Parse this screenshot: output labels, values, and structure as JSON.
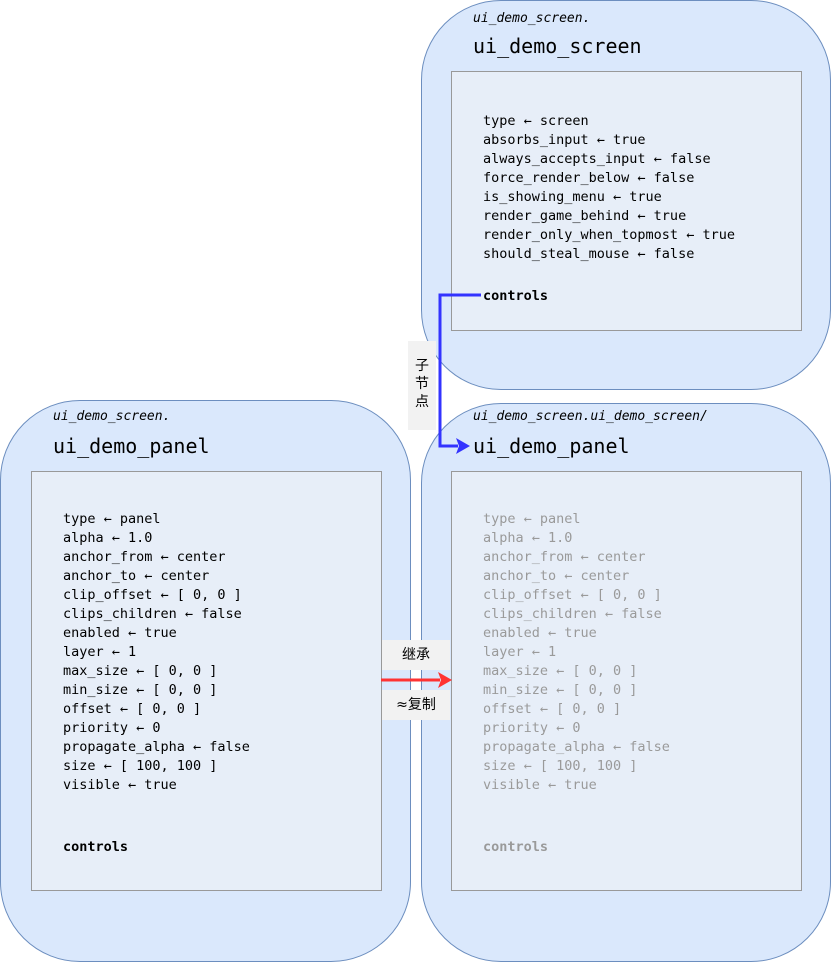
{
  "screen_card": {
    "namespace": "ui_demo_screen.",
    "title": "ui_demo_screen",
    "properties": [
      "type ← screen",
      "absorbs_input ← true",
      "always_accepts_input ← false",
      "force_render_below ← false",
      "is_showing_menu ← true",
      "render_game_behind ← true",
      "render_only_when_topmost ← true",
      "should_steal_mouse ← false"
    ],
    "controls": "controls"
  },
  "panel_card": {
    "namespace": "ui_demo_screen.",
    "title": "ui_demo_panel",
    "properties": [
      "type ← panel",
      "alpha ← 1.0",
      "anchor_from ← center",
      "anchor_to ← center",
      "clip_offset ← [ 0, 0 ]",
      "clips_children ← false",
      "enabled ← true",
      "layer ← 1",
      "max_size ← [ 0, 0 ]",
      "min_size ← [ 0, 0 ]",
      "offset ← [ 0, 0 ]",
      "priority ← 0",
      "propagate_alpha ← false",
      "size ← [ 100, 100 ]",
      "visible ← true"
    ],
    "controls": "controls"
  },
  "child_card": {
    "namespace": "ui_demo_screen.ui_demo_screen/",
    "title": "ui_demo_panel",
    "properties": [
      "type ← panel",
      "alpha ← 1.0",
      "anchor_from ← center",
      "anchor_to ← center",
      "clip_offset ← [ 0, 0 ]",
      "clips_children ← false",
      "enabled ← true",
      "layer ← 1",
      "max_size ← [ 0, 0 ]",
      "min_size ← [ 0, 0 ]",
      "offset ← [ 0, 0 ]",
      "priority ← 0",
      "propagate_alpha ← false",
      "size ← [ 100, 100 ]",
      "visible ← true"
    ],
    "controls": "controls"
  },
  "edges": {
    "child_label": [
      "子",
      "节",
      "点"
    ],
    "inherit_label": "继承",
    "copy_label": "≈复制",
    "child_color": "#3333ff",
    "inherit_color": "#ff3333"
  }
}
